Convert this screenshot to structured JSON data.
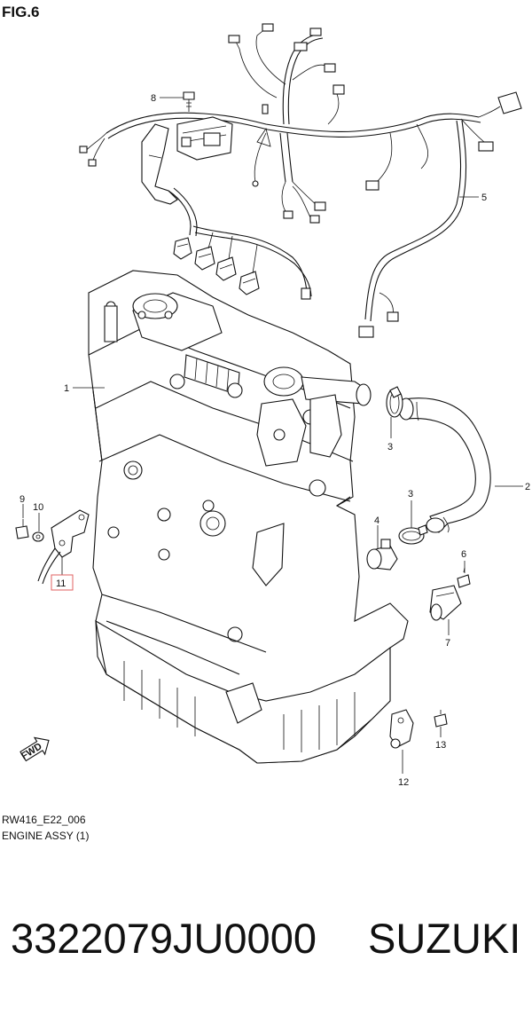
{
  "figure": {
    "title": "FIG.6",
    "code": "RW416_E22_006",
    "name": "ENGINE ASSY (1)"
  },
  "callouts": [
    {
      "id": "1",
      "label": "1"
    },
    {
      "id": "2",
      "label": "2"
    },
    {
      "id": "3a",
      "label": "3"
    },
    {
      "id": "3b",
      "label": "3"
    },
    {
      "id": "4",
      "label": "4"
    },
    {
      "id": "5",
      "label": "5"
    },
    {
      "id": "6",
      "label": "6"
    },
    {
      "id": "7",
      "label": "7"
    },
    {
      "id": "8",
      "label": "8"
    },
    {
      "id": "9",
      "label": "9"
    },
    {
      "id": "10",
      "label": "10"
    },
    {
      "id": "11",
      "label": "11",
      "highlighted": true
    },
    {
      "id": "12",
      "label": "12"
    },
    {
      "id": "13",
      "label": "13"
    }
  ],
  "direction_marker": "FWD",
  "highlight_color": "#e06060",
  "footer": {
    "part_number": "3322079JU0000",
    "brand": "SUZUKI"
  }
}
